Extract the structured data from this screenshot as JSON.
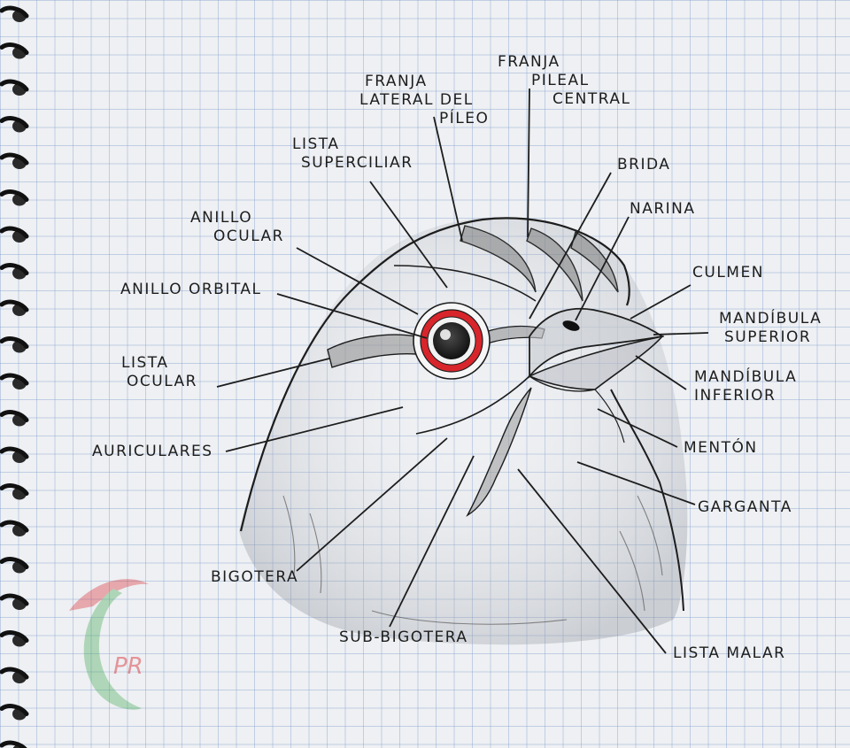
{
  "diagram": {
    "labels": [
      {
        "key": "franja_pileal_central",
        "lines": [
          "FRANJA",
          "PILEAL",
          "CENTRAL"
        ]
      },
      {
        "key": "franja_lateral_pileo",
        "lines": [
          "FRANJA",
          "LATERAL DEL",
          "PÍLEO"
        ]
      },
      {
        "key": "lista_superciliar",
        "lines": [
          "LISTA",
          "SUPERCILIAR"
        ]
      },
      {
        "key": "brida",
        "lines": [
          "BRIDA"
        ]
      },
      {
        "key": "narina",
        "lines": [
          "NARINA"
        ]
      },
      {
        "key": "anillo_ocular",
        "lines": [
          "ANILLO",
          "OCULAR"
        ]
      },
      {
        "key": "anillo_orbital",
        "lines": [
          "ANILLO ORBITAL"
        ]
      },
      {
        "key": "culmen",
        "lines": [
          "CULMEN"
        ]
      },
      {
        "key": "mandibula_superior",
        "lines": [
          "MANDÍBULA",
          "SUPERIOR"
        ]
      },
      {
        "key": "lista_ocular",
        "lines": [
          "LISTA",
          "OCULAR"
        ]
      },
      {
        "key": "mandibula_inferior",
        "lines": [
          "MANDÍBULA",
          "INFERIOR"
        ]
      },
      {
        "key": "auriculares",
        "lines": [
          "AURICULARES"
        ]
      },
      {
        "key": "menton",
        "lines": [
          "MENTÓN"
        ]
      },
      {
        "key": "garganta",
        "lines": [
          "GARGANTA"
        ]
      },
      {
        "key": "bigotera",
        "lines": [
          "BIGOTERA"
        ]
      },
      {
        "key": "sub_bigotera",
        "lines": [
          "SUB-BIGOTERA"
        ]
      },
      {
        "key": "lista_malar",
        "lines": [
          "LISTA MALAR"
        ]
      }
    ],
    "logo": {
      "text": "PR",
      "colors": [
        "#d8252b",
        "#3aa64a"
      ]
    },
    "colors": {
      "eye_ring": "#d8252b",
      "ink": "#1d1d1d",
      "grid": "#92a9d0"
    }
  }
}
